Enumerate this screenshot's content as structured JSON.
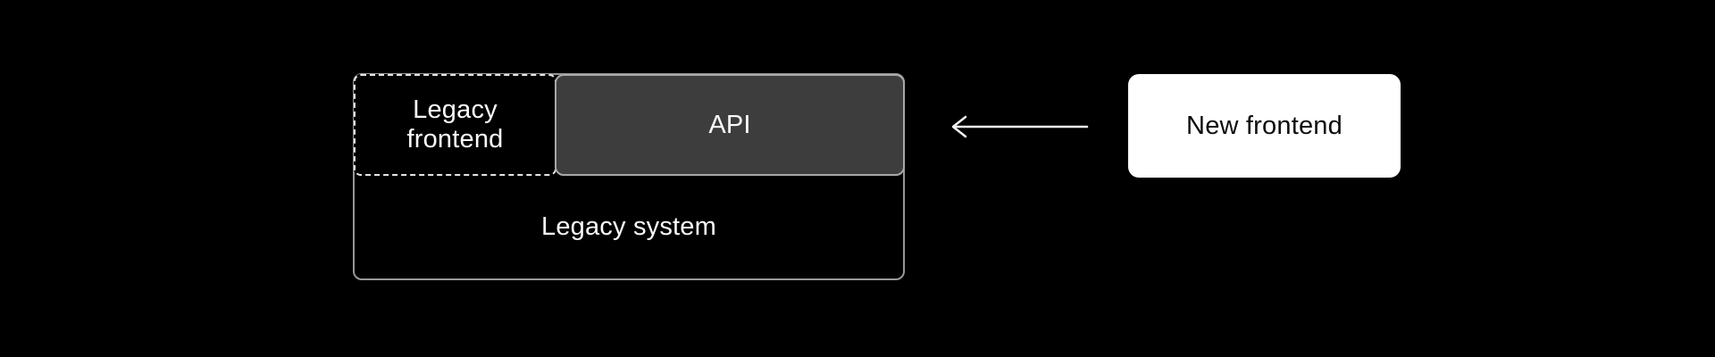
{
  "diagram": {
    "legacy_system": {
      "label": "Legacy system"
    },
    "legacy_frontend": {
      "label": "Legacy frontend"
    },
    "api": {
      "label": "API"
    },
    "new_frontend": {
      "label": "New frontend"
    },
    "arrow": {
      "direction": "left",
      "from": "New frontend",
      "to": "API"
    }
  },
  "colors": {
    "background": "#000000",
    "container_border": "#979797",
    "dashed_border": "#e4e4e4",
    "api_fill": "#3d3d3d",
    "api_border": "#a8a8a8",
    "node_fill": "#ffffff",
    "text_light": "#fafafa",
    "text_dark": "#0d0d0d",
    "arrow": "#f2f2f2"
  }
}
